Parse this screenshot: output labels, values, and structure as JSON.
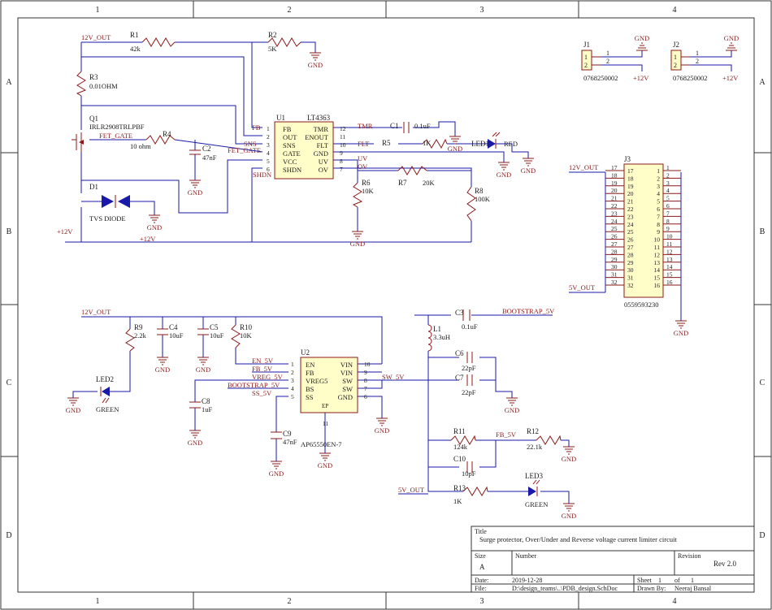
{
  "frame": {
    "col_labels": [
      "1",
      "2",
      "3",
      "4"
    ],
    "row_labels": [
      "A",
      "B",
      "C",
      "D"
    ]
  },
  "title_block": {
    "title_label": "Title",
    "title": "Surge protector, Over/Under and Reverse voltage current limiter circuit",
    "size_label": "Size",
    "size": "A",
    "number_label": "Number",
    "revision_label": "Revision",
    "revision": "Rev 2.0",
    "date_label": "Date:",
    "date": "2019-12-28",
    "sheet_label": "Sheet",
    "sheet": "1",
    "of_label": "of",
    "of": "1",
    "file_label": "File:",
    "file": "D:\\design_teams\\..\\PDB_design.SchDoc",
    "drawn_label": "Drawn By:",
    "drawn_by": "Neeraj Bansal"
  },
  "colors": {
    "wire": "#1a1aa8",
    "component": "#8b1a1a",
    "body_fill": "#fffec8",
    "text": "#1a1a1a"
  },
  "labels": {
    "net_12v_out_top": "12V_OUT",
    "r1": "R1",
    "r1_val": "42k",
    "r2": "R2",
    "r2_val": "5K",
    "r3": "R3",
    "r3_val": "0.01OHM",
    "q1": "Q1",
    "q1_val": "IRLR2908TRLPBF",
    "fet_gate": "FET_GATE",
    "r4": "R4",
    "r4_val": "10 ohm",
    "c2": "C2",
    "c2_val": "47nF",
    "fet_gate2": "FET_GATE",
    "d1": "D1",
    "d1_val": "TVS DIODE",
    "p12v": "+12V",
    "p12v_b": "+12V",
    "u1": "U1",
    "u1_val": "LT4363",
    "u1_pins_left": [
      "FB",
      "OUT",
      "SNS",
      "GATE",
      "VCC",
      "SHDN"
    ],
    "u1_nums_left": [
      "1",
      "2",
      "3",
      "4",
      "5",
      "6"
    ],
    "u1_pins_right": [
      "TMR",
      "ENOUT",
      "FLT",
      "GND",
      "UV",
      "OV"
    ],
    "u1_nums_right": [
      "12",
      "11",
      "10",
      "9",
      "8",
      "7"
    ],
    "fb_net": "FB",
    "sns_net": "SNS",
    "shdn_net": "SHDN",
    "tmr_net": "TMR",
    "flt_net": "FLT",
    "uv_net": "UV",
    "ov_net": "OV",
    "c1": "C1",
    "c1_val": "0.1uF",
    "r5": "R5",
    "r5_val": "1K",
    "led1": "LED1",
    "led1_val": "RED",
    "r6": "R6",
    "r6_val": "10K",
    "r7": "R7",
    "r7_val": "20K",
    "r8": "R8",
    "r8_val": "100K",
    "gnd": "GND",
    "j1": "J1",
    "j1_val": "0768250002",
    "j2": "J2",
    "j2_val": "0768250002",
    "pin1": "1",
    "pin2": "2",
    "j3": "J3",
    "j3_val": "0559593230",
    "net_12v_out_j3": "12V_OUT",
    "net_5v_out_j3": "5V_OUT",
    "j3_outer_left": [
      "17",
      "18",
      "19",
      "20",
      "21",
      "22",
      "23",
      "24",
      "25",
      "26",
      "27",
      "28",
      "29",
      "30",
      "31",
      "32"
    ],
    "j3_inner_left": [
      "17",
      "18",
      "19",
      "20",
      "21",
      "22",
      "23",
      "24",
      "25",
      "26",
      "27",
      "28",
      "29",
      "30",
      "31",
      "32"
    ],
    "j3_inner_right": [
      "1",
      "2",
      "3",
      "4",
      "5",
      "6",
      "7",
      "8",
      "9",
      "10",
      "11",
      "12",
      "13",
      "14",
      "15",
      "16"
    ],
    "j3_outer_right": [
      "1",
      "2",
      "3",
      "4",
      "5",
      "6",
      "7",
      "8",
      "9",
      "10",
      "11",
      "12",
      "13",
      "14",
      "15",
      "16"
    ],
    "net_12v_out_bot": "12V_OUT",
    "r9": "R9",
    "r9_val": "2.2k",
    "c4": "C4",
    "c4_val": "10uF",
    "c5": "C5",
    "c5_val": "10uF",
    "r10": "R10",
    "r10_val": "10K",
    "led2": "LED2",
    "led2_val": "GREEN",
    "u2": "U2",
    "u2_val": "AP65550EN-7",
    "u2_pins_left": [
      "EN",
      "FB",
      "VREG5",
      "BS",
      "SS"
    ],
    "u2_nums_left": [
      "1",
      "2",
      "3",
      "4",
      "5"
    ],
    "u2_pins_right": [
      "VIN",
      "VIN",
      "SW",
      "SW",
      "GND"
    ],
    "u2_nums_right": [
      "10",
      "9",
      "8",
      "7",
      "6"
    ],
    "u2_ep": "EP",
    "u2_pin11": "11",
    "en_5v": "EN_5V",
    "fb_5v": "FB_5V",
    "vreg_5v": "VREG_5V",
    "bootstrap_5v": "BOOTSTRAP_5V",
    "ss_5v": "SS_5V",
    "sw_5v": "SW_5V",
    "c8": "C8",
    "c8_val": "1uF",
    "c9": "C9",
    "c9_val": "47nF",
    "c3": "C3",
    "c3_val": "0.1uF",
    "bootstrap_5v_top": "BOOTSTRAP_5V",
    "l1": "L1",
    "l1_val": "3.3uH",
    "c6": "C6",
    "c6_val": "22pF",
    "c7": "C7",
    "c7_val": "22pF",
    "r11": "R11",
    "r11_val": "124k",
    "fb_5v_r": "FB_5V",
    "r12": "R12",
    "r12_val": "22.1k",
    "c10": "C10",
    "c10_val": "10pF",
    "led3": "LED3",
    "led3_val": "GREEN",
    "net_5v_out": "5V_OUT",
    "r13": "R13",
    "r13_val": "1K"
  }
}
